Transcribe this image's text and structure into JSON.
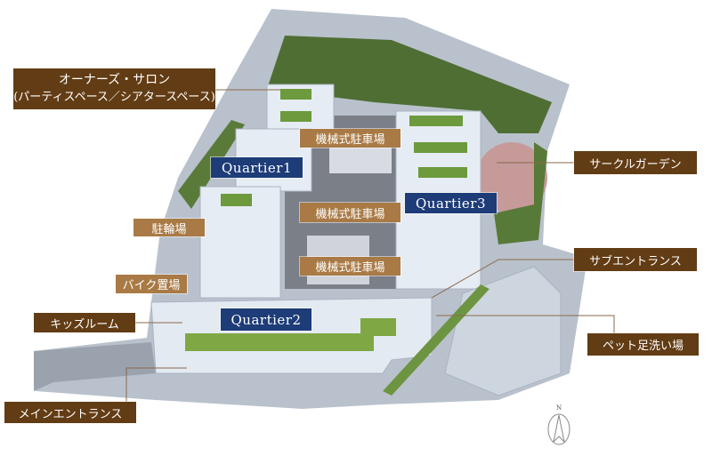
{
  "labels": {
    "owners_salon_line1": "オーナーズ・サロン",
    "owners_salon_line2": "(パーティスペース／シアタースペース)",
    "parking_1": "機械式駐車場",
    "parking_2": "機械式駐車場",
    "parking_3": "機械式駐車場",
    "quartier1": "Quartier1",
    "quartier2": "Quartier2",
    "quartier3": "Quartier3",
    "bicycle_parking": "駐輪場",
    "bike_parking": "バイク置場",
    "kids_room": "キッズルーム",
    "main_entrance": "メインエントランス",
    "circle_garden": "サークルガーデン",
    "sub_entrance": "サブエントランス",
    "pet_foot_wash": "ペット足洗い場"
  },
  "compass": {
    "north_label": "N"
  },
  "colors": {
    "label_dark": "#623c14",
    "label_tan": "#a97a45",
    "quartier_navy": "#1d3c78"
  }
}
